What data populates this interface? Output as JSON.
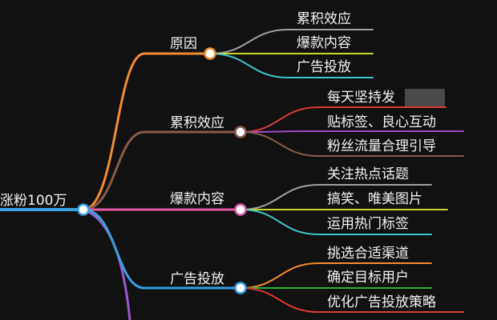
{
  "mindmap": {
    "root": {
      "label": "涨粉100万"
    },
    "branches": [
      {
        "label": "原因",
        "color": "#f28c33",
        "children": [
          {
            "label": "累积效应",
            "color": "#a0a0a0"
          },
          {
            "label": "爆款内容",
            "color": "#c7d62e"
          },
          {
            "label": "广告投放",
            "color": "#3ec4c9"
          }
        ]
      },
      {
        "label": "累积效应",
        "color": "#8a5a4a",
        "children": [
          {
            "label": "每天坚持发",
            "color": "#d93a35"
          },
          {
            "label": "贴标签、良心互动",
            "color": "#a04cc6"
          },
          {
            "label": "粉丝流量合理引导",
            "color": "#8a5a4a"
          }
        ]
      },
      {
        "label": "爆款内容",
        "color": "#e45aa8",
        "children": [
          {
            "label": "关注热点话题",
            "color": "#a0a0a0"
          },
          {
            "label": "搞笑、唯美图片",
            "color": "#c7d62e"
          },
          {
            "label": "运用热门标签",
            "color": "#3ec4c9"
          }
        ]
      },
      {
        "label": "广告投放",
        "color": "#3aa0e0",
        "children": [
          {
            "label": "挑选合适渠道",
            "color": "#f28c33"
          },
          {
            "label": "确定目标用户",
            "color": "#2fae3a"
          },
          {
            "label": "优化广告投放策略",
            "color": "#d93a35"
          }
        ]
      }
    ],
    "partial_branch_color": "#9a5bd0",
    "root_line_color": "#3aa0e0"
  }
}
